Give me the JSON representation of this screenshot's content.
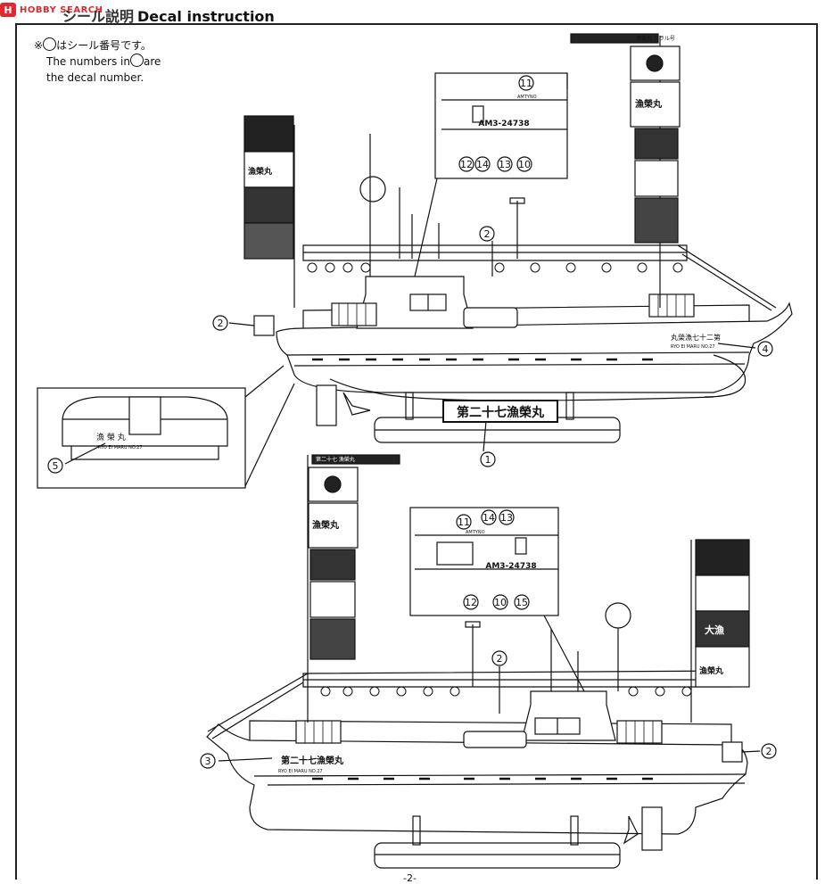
{
  "header": {
    "watermark": "HOBBY SEARCH",
    "title_jp": "シール説明",
    "title_en": "Decal instruction"
  },
  "note": {
    "line1_prefix": "※",
    "line1_suffix": "はシール番号です。",
    "line2_a": "The numbers in",
    "line2_b": "are",
    "line3": "the decal number."
  },
  "upper_ship": {
    "stand_plate": "第二十七漁榮丸",
    "bow_name": "丸榮漁七十二第",
    "bow_roman": "RYO EI MARU NO.27",
    "callouts": [
      "1",
      "2",
      "2",
      "4"
    ],
    "inset_top": {
      "callouts": [
        "11",
        "12",
        "14",
        "13",
        "10"
      ],
      "reg_number": "AM3-24738",
      "port": "AMTYNO"
    },
    "inset_stern": {
      "callout": "5",
      "stern_name": "漁 榮 丸",
      "stern_roman": "RYO EI MARU NO.27"
    },
    "flags": [
      "漁榮丸",
      "漁榮丸"
    ],
    "banner_label": "漁榮丸 ヨラル号"
  },
  "lower_ship": {
    "bow_name": "第二十七漁榮丸",
    "bow_roman": "RYO EI MARU NO.27",
    "callouts": [
      "3",
      "2",
      "2"
    ],
    "inset_top": {
      "callouts": [
        "11",
        "14",
        "13",
        "12",
        "10",
        "15"
      ],
      "reg_number": "AM3-24738",
      "port": "AMTYNO"
    },
    "flags": [
      "漁榮丸",
      "大漁",
      "漁榮丸"
    ],
    "banner_label": "第二十七 漁榮丸"
  },
  "footer": {
    "page": "-2-"
  }
}
